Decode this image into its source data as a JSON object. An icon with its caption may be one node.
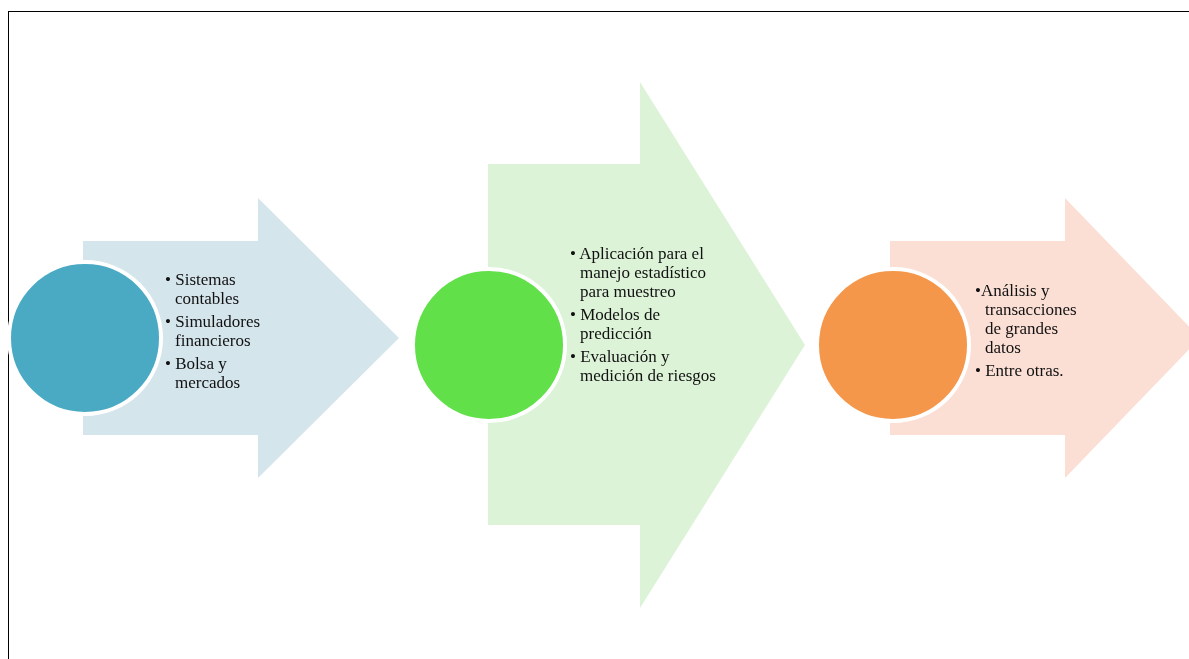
{
  "diagram": {
    "nodes": [
      {
        "text": [],
        "shape": "circle"
      },
      {
        "text": [
          "• Sistemas contables",
          "• Simuladores financieros",
          "• Bolsa y mercados"
        ]
      },
      {
        "text": [],
        "shape": "circle"
      },
      {
        "text": [
          "• Aplicación para el manejo estadístico para muestreo",
          "• Modelos de predicción",
          "• Evaluación y medición de riesgos"
        ]
      },
      {
        "text": [],
        "shape": "circle"
      },
      {
        "text": [
          "•Análisis y transacciones de grandes datos",
          "• Entre otras."
        ]
      }
    ]
  }
}
